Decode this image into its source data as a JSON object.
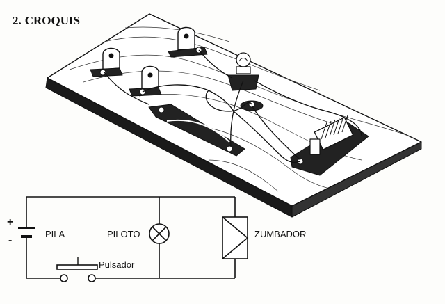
{
  "heading": {
    "number": "2.",
    "title": "CROQUIS"
  },
  "schematic": {
    "battery_plus": "+",
    "battery_minus": "-",
    "battery_label": "PILA",
    "lamp_label": "PILOTO",
    "buzzer_label": "ZUMBADOR",
    "button_label": "Pulsador"
  },
  "colors": {
    "ink": "#111111",
    "paper": "#fdfdfb",
    "board_edge": "#1a1a1a"
  }
}
